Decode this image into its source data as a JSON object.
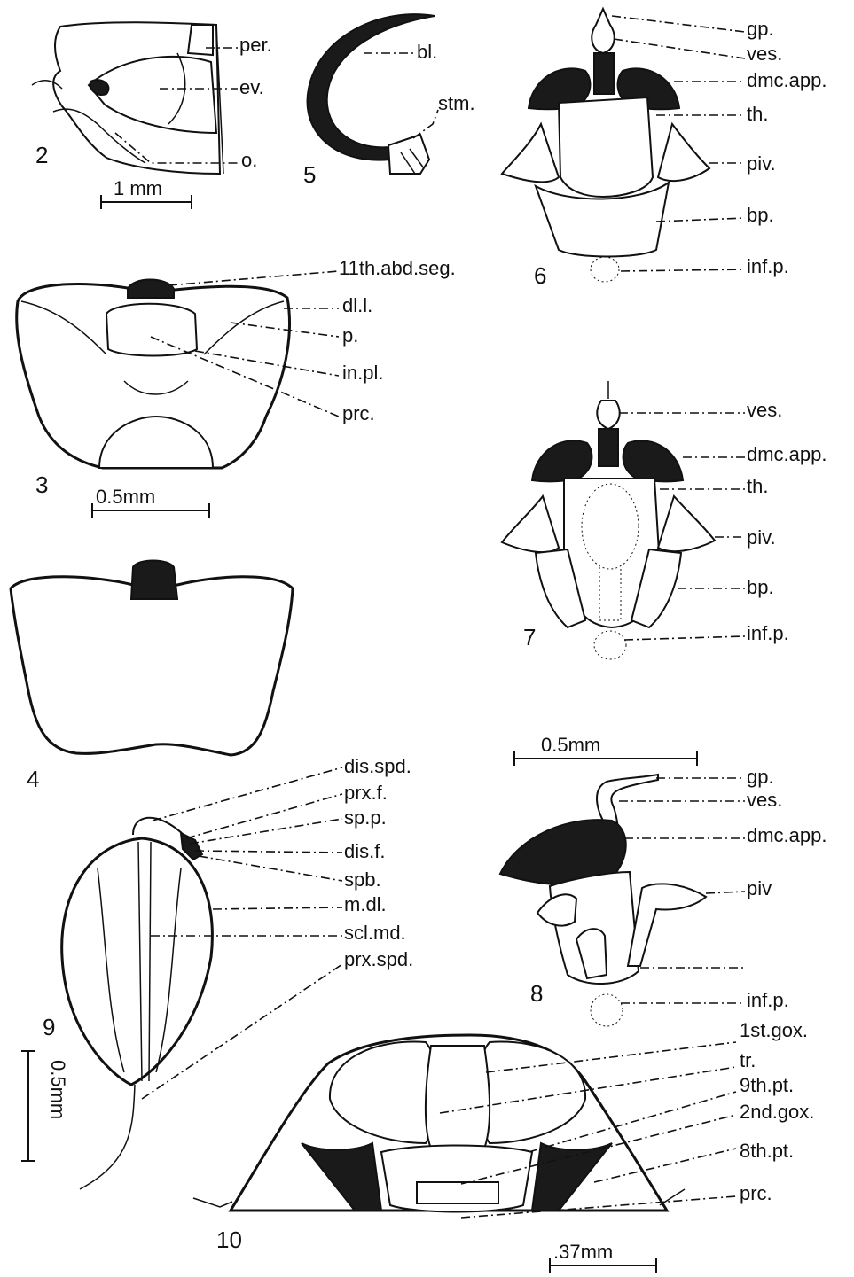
{
  "figures": {
    "fig2": {
      "number": "2",
      "labels": {
        "per": "per.",
        "ev": "ev.",
        "o": "o."
      },
      "scale": "1 mm"
    },
    "fig3": {
      "number": "3",
      "labels": {
        "abd": "11th.abd.seg.",
        "dll": "dl.l.",
        "p": "p.",
        "inpl": "in.pl.",
        "prc": "prc."
      },
      "scale": "0.5mm"
    },
    "fig4": {
      "number": "4"
    },
    "fig5": {
      "number": "5",
      "labels": {
        "bl": "bl.",
        "stm": "stm."
      }
    },
    "fig6": {
      "number": "6",
      "labels": {
        "gp": "gp.",
        "ves": "ves.",
        "dmc": "dmc.app.",
        "th": "th.",
        "piv": "piv.",
        "bp": "bp.",
        "infp": "inf.p."
      }
    },
    "fig7": {
      "number": "7",
      "labels": {
        "ves": "ves.",
        "dmc": "dmc.app.",
        "th": "th.",
        "piv": "piv.",
        "bp": "bp.",
        "infp": "inf.p."
      }
    },
    "fig8": {
      "number": "8",
      "labels": {
        "gp": "gp.",
        "ves": "ves.",
        "dmc": "dmc.app.",
        "piv": "piv",
        "infp": "inf.p."
      },
      "scale": "0.5mm"
    },
    "fig9": {
      "number": "9",
      "labels": {
        "disspd": "dis.spd.",
        "prxf": "prx.f.",
        "spp": "sp.p.",
        "disf": "dis.f.",
        "spb": "spb.",
        "mdl": "m.dl.",
        "sclmd": "scl.md.",
        "prxspd": "prx.spd."
      },
      "scale": "0.5mm"
    },
    "fig10": {
      "number": "10",
      "labels": {
        "gox1": "1st.gox.",
        "tr": "tr.",
        "pt9": "9th.pt.",
        "gox2": "2nd.gox.",
        "pt8": "8th.pt.",
        "prc": "prc."
      },
      "scale": ".37mm"
    }
  }
}
